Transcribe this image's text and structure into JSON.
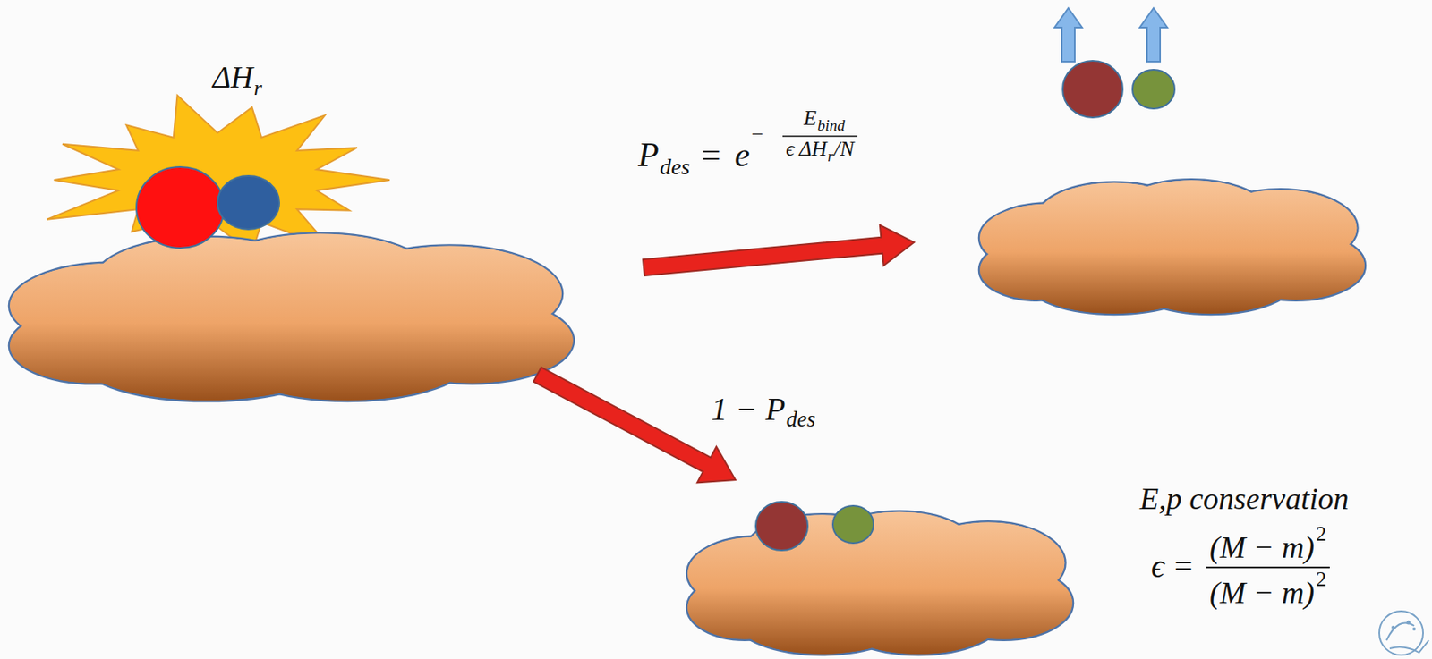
{
  "diagram": {
    "labels": [
      "ΔH",
      "r",
      "P",
      "des",
      "=",
      "e",
      "−",
      "E",
      "bind",
      "ϵ ΔH",
      "r",
      "/N",
      "1 − P",
      "des",
      "E,p conservation",
      "ϵ =",
      "(M − m)",
      "2",
      "(M − m)",
      "2"
    ]
  }
}
